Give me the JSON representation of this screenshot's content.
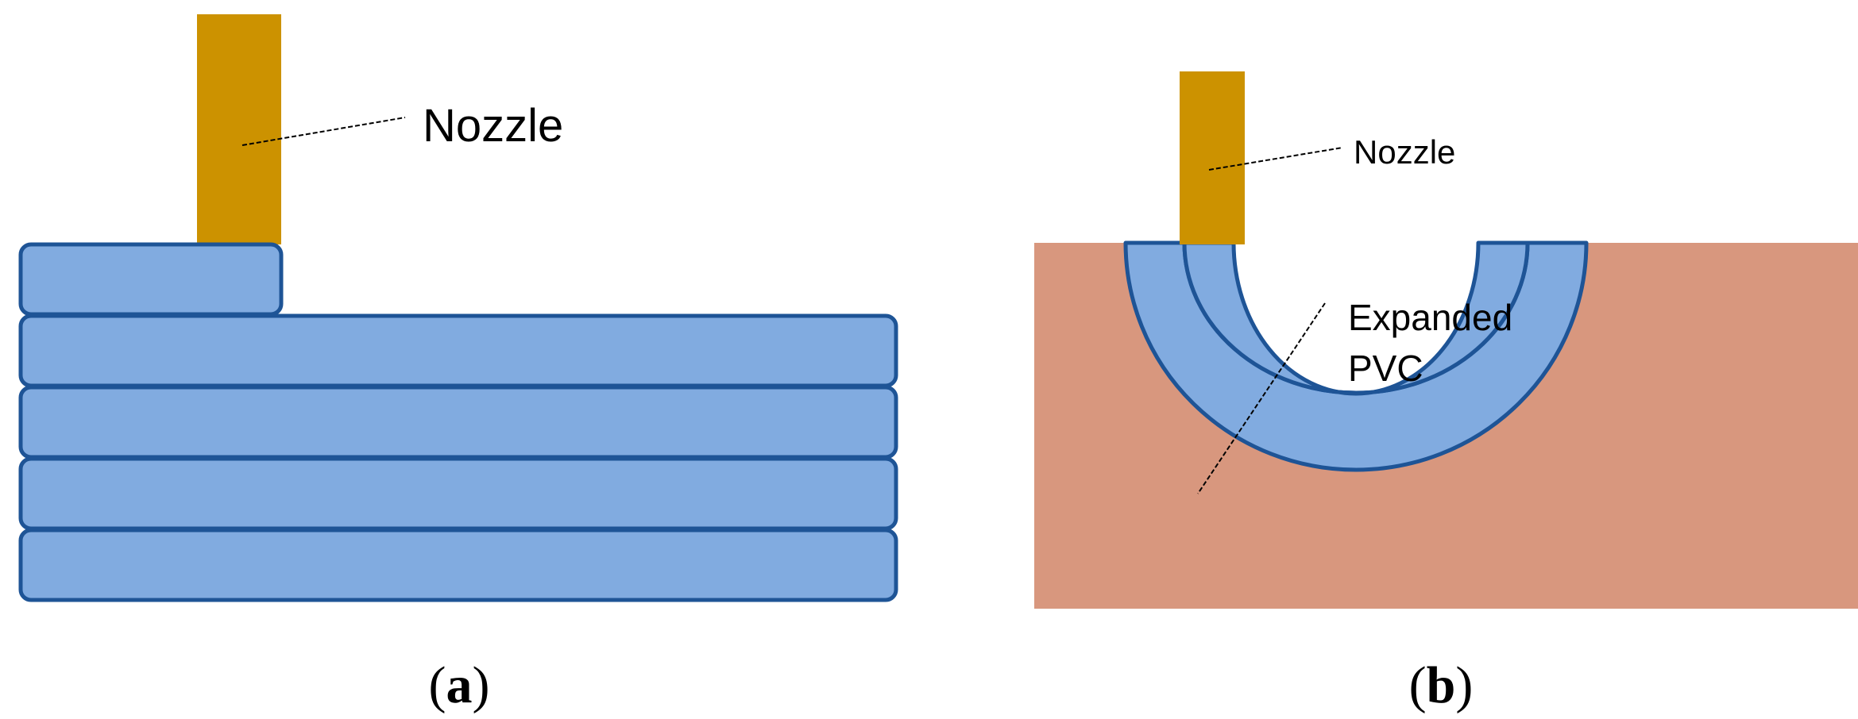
{
  "panel_a": {
    "nozzle_label": "Nozzle",
    "caption_letter": "a"
  },
  "panel_b": {
    "nozzle_label": "Nozzle",
    "material_label_line1": "Expanded",
    "material_label_line2": "PVC",
    "caption_letter": "b"
  },
  "colors": {
    "nozzle": "#CC9200",
    "layer_fill": "#81ABE0",
    "layer_stroke": "#1E5496",
    "substrate": "#D8977E",
    "leader_line": "#000000"
  }
}
